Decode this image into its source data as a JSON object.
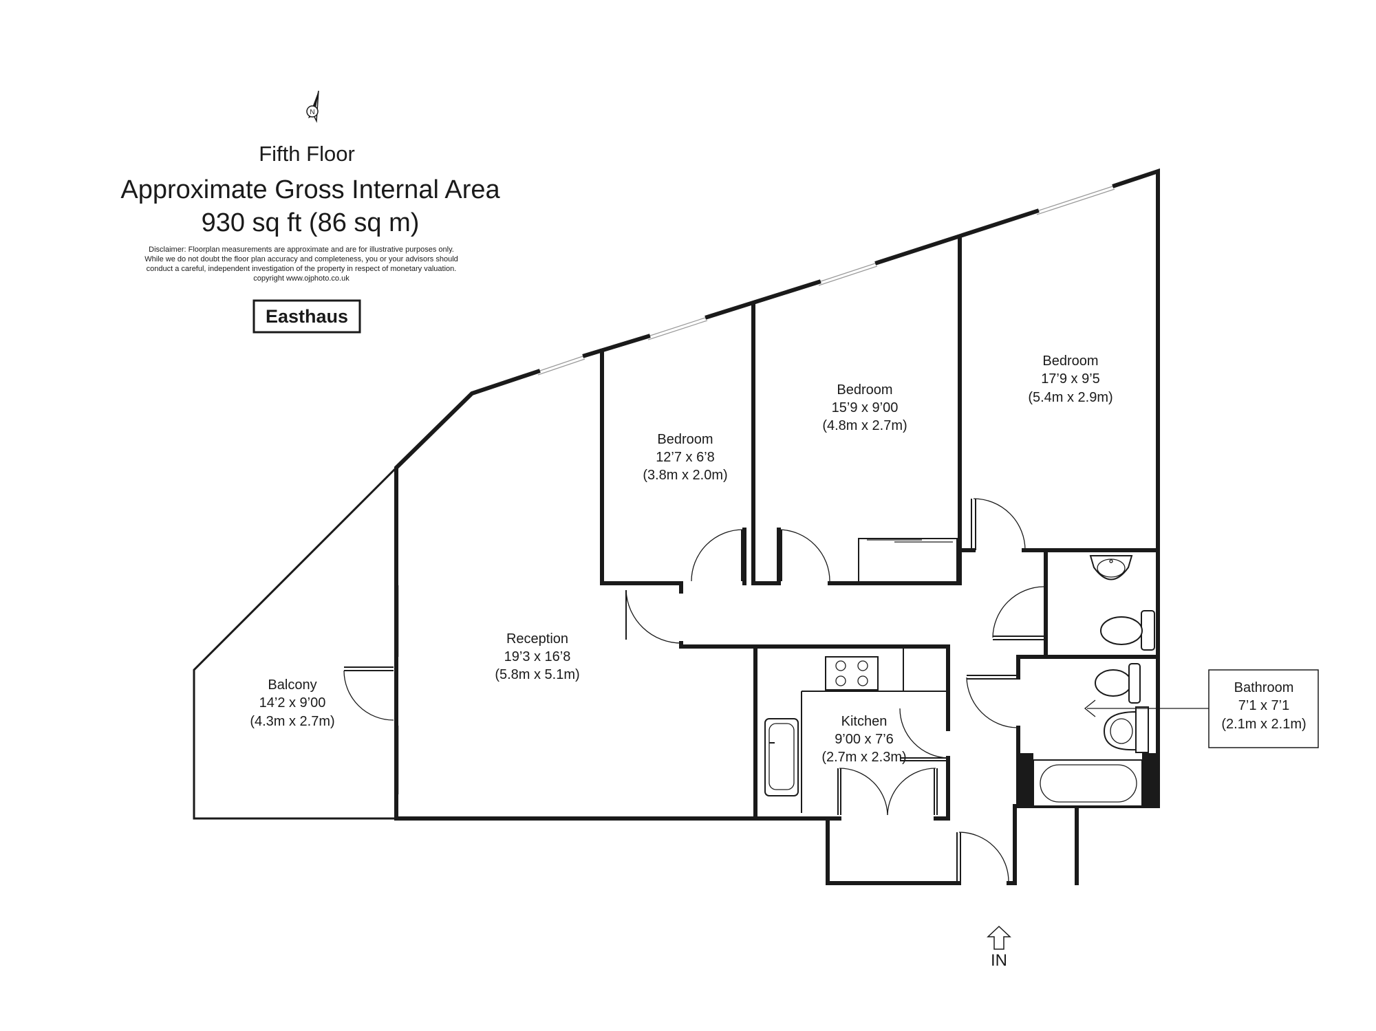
{
  "header": {
    "floor": "Fifth Floor",
    "title": "Approximate Gross Internal Area",
    "area": "930 sq ft (86 sq m)",
    "disclaimer_lines": [
      "Disclaimer: Floorplan measurements are approximate and are for illustrative purposes only.",
      "While we do not doubt the floor plan accuracy and completeness, you or your advisors should",
      "conduct a careful, independent investigation of the property in respect of monetary valuation.",
      "copyright www.ojphoto.co.uk"
    ],
    "brand": "Easthaus"
  },
  "compass": {
    "label": "N",
    "icon": "north-arrow-icon"
  },
  "rooms": {
    "balcony": {
      "name": "Balcony",
      "size_imperial": "14’2 x 9’00",
      "size_metric": "(4.3m x 2.7m)"
    },
    "reception": {
      "name": "Reception",
      "size_imperial": "19’3 x 16’8",
      "size_metric": "(5.8m x 5.1m)"
    },
    "bedroom1": {
      "name": "Bedroom",
      "size_imperial": "12’7 x 6’8",
      "size_metric": "(3.8m x 2.0m)"
    },
    "bedroom2": {
      "name": "Bedroom",
      "size_imperial": "15’9 x 9’00",
      "size_metric": "(4.8m x 2.7m)"
    },
    "bedroom3": {
      "name": "Bedroom",
      "size_imperial": "17’9 x 9’5",
      "size_metric": "(5.4m x 2.9m)"
    },
    "kitchen": {
      "name": "Kitchen",
      "size_imperial": "9’00 x 7’6",
      "size_metric": "(2.7m x 2.3m)"
    },
    "bathroom": {
      "name": "Bathroom",
      "size_imperial": "7’1 x 7’1",
      "size_metric": "(2.1m x 2.1m)"
    }
  },
  "entrance": {
    "label": "IN",
    "icon": "up-arrow-icon"
  }
}
